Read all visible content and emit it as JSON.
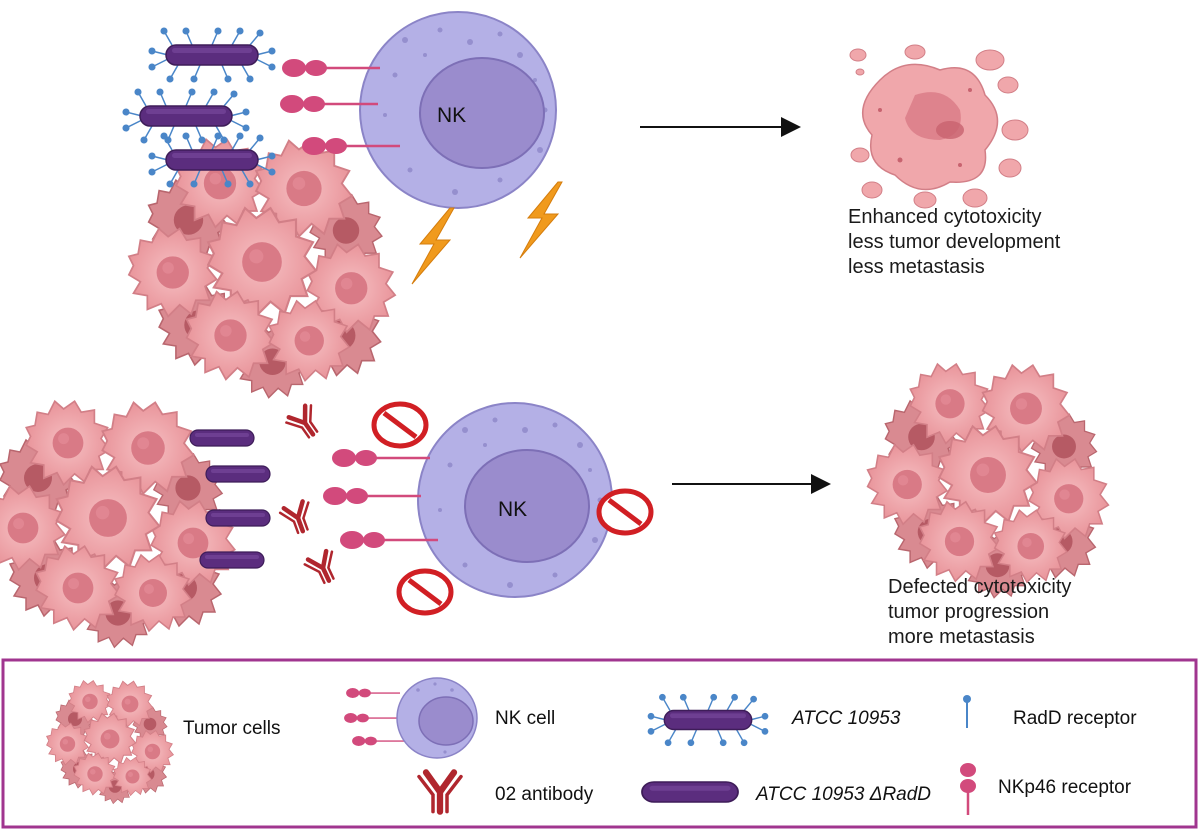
{
  "top_panel": {
    "nk_label": "NK",
    "outcome_lines": [
      "Enhanced cytotoxicity",
      "less tumor development",
      "less metastasis"
    ]
  },
  "bottom_panel": {
    "nk_label": "NK",
    "outcome_lines": [
      "Defected cytotoxicity",
      "tumor progression",
      "more metastasis"
    ]
  },
  "legend": {
    "tumor_cells": "Tumor cells",
    "nk_cell": "NK cell",
    "atcc": "ATCC 10953",
    "atcc_delta": "ATCC 10953 ΔRadD",
    "radd_receptor": "RadD receptor",
    "antibody": "02 antibody",
    "nkp46_receptor": "NKp46 receptor"
  },
  "colors": {
    "legend_border": "#a0358f",
    "nk_membrane": "#b4b0e6",
    "nk_nucleus": "#9a8ccd",
    "bacteria": "#5b2d7e",
    "nkp46": "#d24a7c",
    "antibody": "#b0262e",
    "inhibit": "#d11f24",
    "lightning": "#f09a1d",
    "tumor": "#f0a7ab",
    "radd": "#4a86c8"
  }
}
